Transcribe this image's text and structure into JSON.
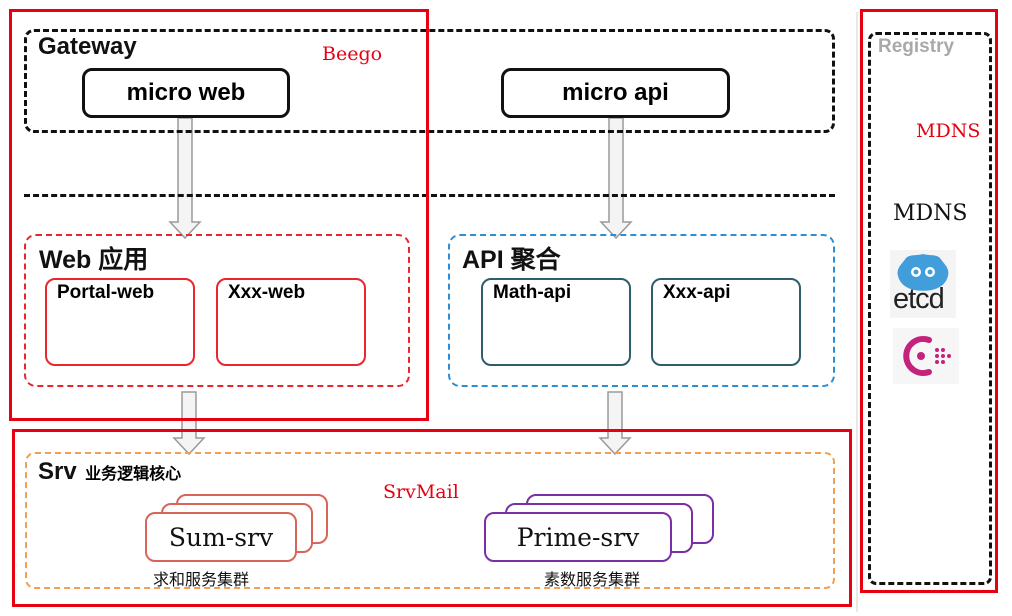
{
  "gateway": {
    "title": "Gateway",
    "micro_web": "micro web",
    "micro_api": "micro api"
  },
  "annotations": {
    "beego": "Beego",
    "srvmail": "SrvMail",
    "mdns_red": "MDNS"
  },
  "web_app": {
    "title": "Web 应用",
    "items": [
      "Portal-web",
      "Xxx-web"
    ]
  },
  "api_agg": {
    "title": "API 聚合",
    "items": [
      "Math-api",
      "Xxx-api"
    ]
  },
  "srv": {
    "title": "Srv",
    "subtitle": "业务逻辑核心",
    "sum": {
      "label": "Sum-srv",
      "caption": "求和服务集群"
    },
    "prime": {
      "label": "Prime-srv",
      "caption": "素数服务集群"
    }
  },
  "registry": {
    "title": "Registry",
    "mdns": "MDNS",
    "etcd": "etcd"
  },
  "colors": {
    "red": "#e60012",
    "blue": "#2a8fd6",
    "orange": "#f0a050",
    "purple": "#7a2ea8",
    "salmon": "#d9655a",
    "teal": "#2e5d6e",
    "consul": "#c5227d",
    "etcd": "#419eda"
  },
  "icons": [
    "etcd-logo-icon",
    "consul-logo-icon"
  ]
}
